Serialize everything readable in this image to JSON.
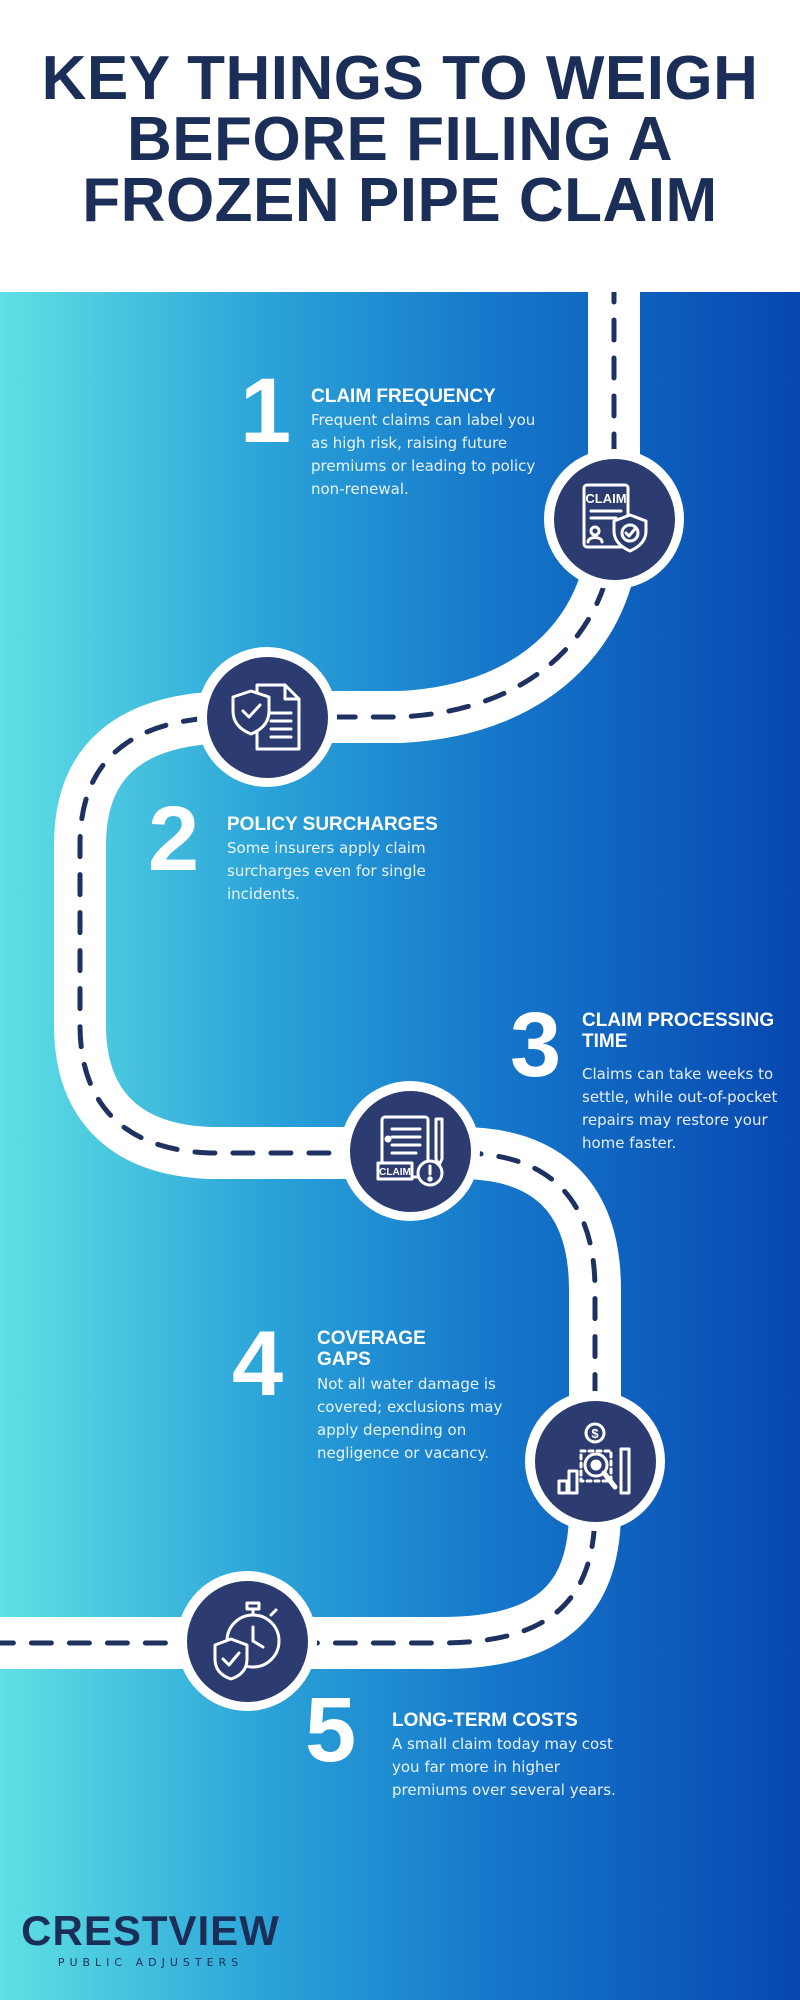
{
  "title_lines": [
    "KEY THINGS TO WEIGH",
    "BEFORE FILING A",
    "FROZEN PIPE CLAIM"
  ],
  "steps": [
    {
      "number": "1",
      "title": "CLAIM FREQUENCY",
      "description": "Frequent claims can label you as high risk, raising future premiums or leading to policy non-renewal.",
      "icon": "claim-document-shield-icon",
      "icon_label": "CLAIM"
    },
    {
      "number": "2",
      "title": "POLICY SURCHARGES",
      "description": "Some insurers apply claim surcharges even for single incidents.",
      "icon": "shield-document-icon"
    },
    {
      "number": "3",
      "title": "CLAIM PROCESSING TIME",
      "description": "Claims can take weeks to settle, while out-of-pocket repairs may restore your home faster.",
      "icon": "claim-clipboard-alert-icon",
      "icon_label": "CLAIM"
    },
    {
      "number": "4",
      "title": "COVERAGE GAPS",
      "description": "Not all water damage is covered; exclusions may apply depending on negligence or vacancy.",
      "icon": "dollar-magnifier-chart-icon",
      "icon_label": "$"
    },
    {
      "number": "5",
      "title": "LONG-TERM COSTS",
      "description": "A small claim today may cost you far more in higher premiums over several years.",
      "icon": "stopwatch-shield-icon"
    }
  ],
  "brand": {
    "name": "CRESTVIEW",
    "tagline": "PUBLIC ADJUSTERS"
  },
  "colors": {
    "navy": "#1b2e57",
    "icon_circle": "#2c3c70",
    "gradient_left": "#5fe0e4",
    "gradient_right": "#0747b0",
    "road": "#ffffff",
    "road_dash": "#1e3160"
  }
}
